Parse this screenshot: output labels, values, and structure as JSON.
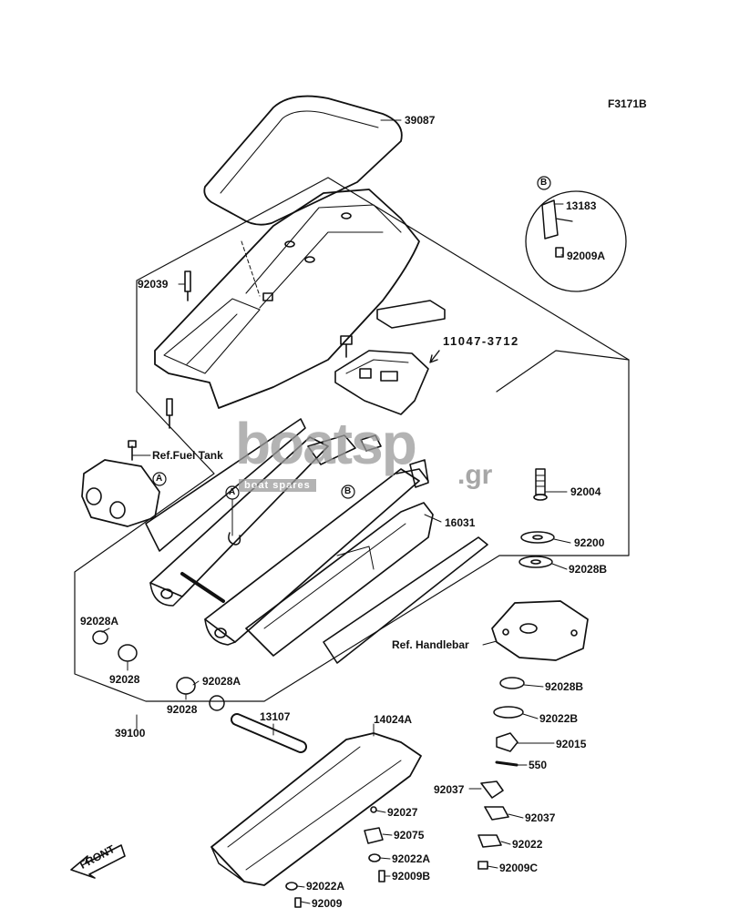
{
  "figure_code": "F3171B",
  "watermark": {
    "main": "boatsp",
    "tld": ".gr",
    "sub": "boat spares"
  },
  "front_label": "FRONT",
  "callouts": {
    "A": "A",
    "B": "B"
  },
  "labels": {
    "p39087": "39087",
    "p13183": "13183",
    "p92009A": "92009A",
    "p92039": "92039",
    "p11047": "11047-3712",
    "refFuel": "Ref.Fuel Tank",
    "p92004": "92004",
    "p16031": "16031",
    "p92200": "92200",
    "p92028B_1": "92028B",
    "refHandle": "Ref. Handlebar",
    "p92028A_1": "92028A",
    "p92028_1": "92028",
    "p92028A_2": "92028A",
    "p92028_2": "92028",
    "p92028B_2": "92028B",
    "p92022B": "92022B",
    "p39100": "39100",
    "p13107": "13107",
    "p14024A": "14024A",
    "p92015": "92015",
    "p550": "550",
    "p92037_1": "92037",
    "p92037_2": "92037",
    "p92027": "92027",
    "p92075": "92075",
    "p92022": "92022",
    "p92022A_1": "92022A",
    "p92009B": "92009B",
    "p92009C": "92009C",
    "p92022A_2": "92022A",
    "p92009": "92009"
  }
}
